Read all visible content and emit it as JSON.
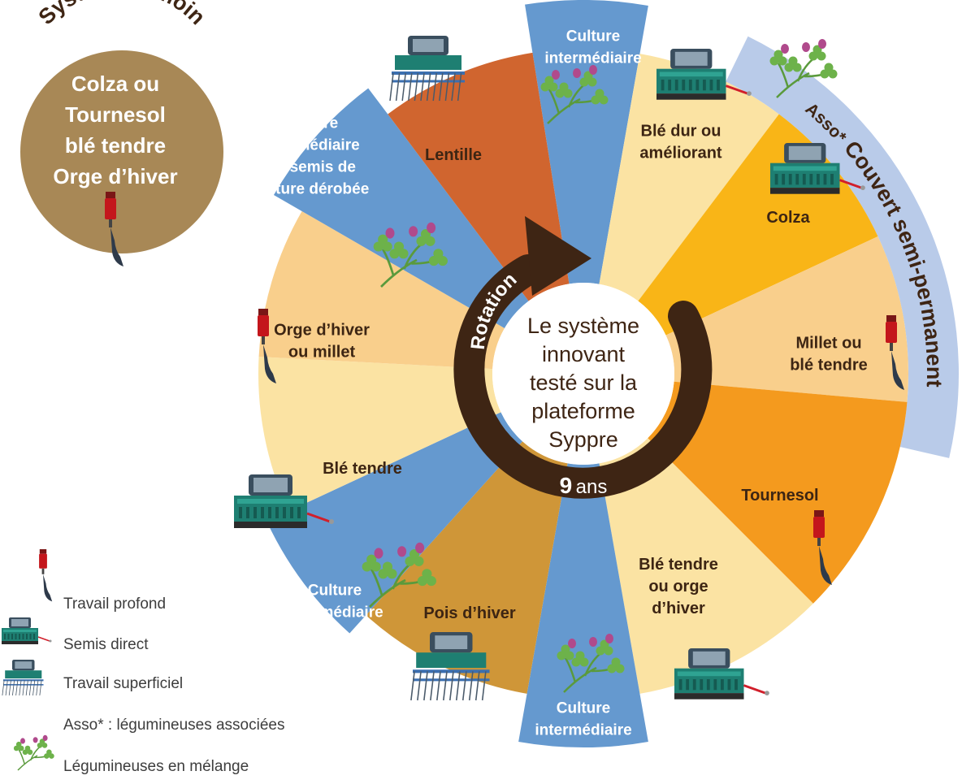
{
  "control": {
    "title": "Système témoin",
    "lines": [
      "Colza ou",
      "Tournesol",
      "blé tendre",
      "Orge d’hiver"
    ]
  },
  "center": {
    "lines": [
      "Le système",
      "innovant",
      "testé sur la",
      "plateforme",
      "Syppre"
    ],
    "rotation_label": "Rotation",
    "duration_number": "9",
    "duration_unit": "ans"
  },
  "band": {
    "asso": "Asso*",
    "label": "Couvert semi-permanent"
  },
  "sectors": [
    {
      "lines": [
        "Culture",
        "intermédiaire"
      ],
      "color": "#6599cf"
    },
    {
      "lines": [
        "Blé dur ou",
        "améliorant"
      ],
      "color": "#fbe3a3"
    },
    {
      "lines": [
        "Colza"
      ],
      "color": "#f9b517"
    },
    {
      "lines": [
        "Millet ou",
        "blé tendre"
      ],
      "color": "#f9cf8c"
    },
    {
      "lines": [
        "Tournesol"
      ],
      "color": "#f49a1e"
    },
    {
      "lines": [
        "Blé tendre",
        "ou orge",
        "d’hiver"
      ],
      "color": "#fbe3a3"
    },
    {
      "lines": [
        "Culture",
        "intermédiaire"
      ],
      "color": "#6599cf"
    },
    {
      "lines": [
        "Pois d’hiver"
      ],
      "color": "#cf9638"
    },
    {
      "lines": [
        "Culture",
        "intermédiaire"
      ],
      "color": "#6599cf"
    },
    {
      "lines": [
        "Blé tendre"
      ],
      "color": "#fbe3a3"
    },
    {
      "lines": [
        "Orge d’hiver",
        "ou millet"
      ],
      "color": "#f9cf8c"
    },
    {
      "lines": [
        "Culture",
        "intermédiaire",
        "ou semis de",
        "culture dérobée"
      ],
      "color": "#6599cf"
    },
    {
      "lines": [
        "Lentille"
      ],
      "color": "#d0652f"
    }
  ],
  "legend": [
    {
      "icon": "deep-tillage-icon",
      "label": "Travail profond"
    },
    {
      "icon": "direct-seeding-icon",
      "label": "Semis direct"
    },
    {
      "icon": "shallow-tillage-icon",
      "label": "Travail superficiel"
    },
    {
      "icon": "",
      "label": "Asso* : légumineuses associées"
    },
    {
      "icon": "legume-mix-icon",
      "label": "Légumineuses en mélange"
    }
  ],
  "colors": {
    "control_circle": "#a88856",
    "arrow": "#3e2514",
    "band": "#b9cbe9",
    "title_brown": "#3e2514",
    "sector_text": "#3d2513",
    "blue_text": "#ffffff"
  }
}
